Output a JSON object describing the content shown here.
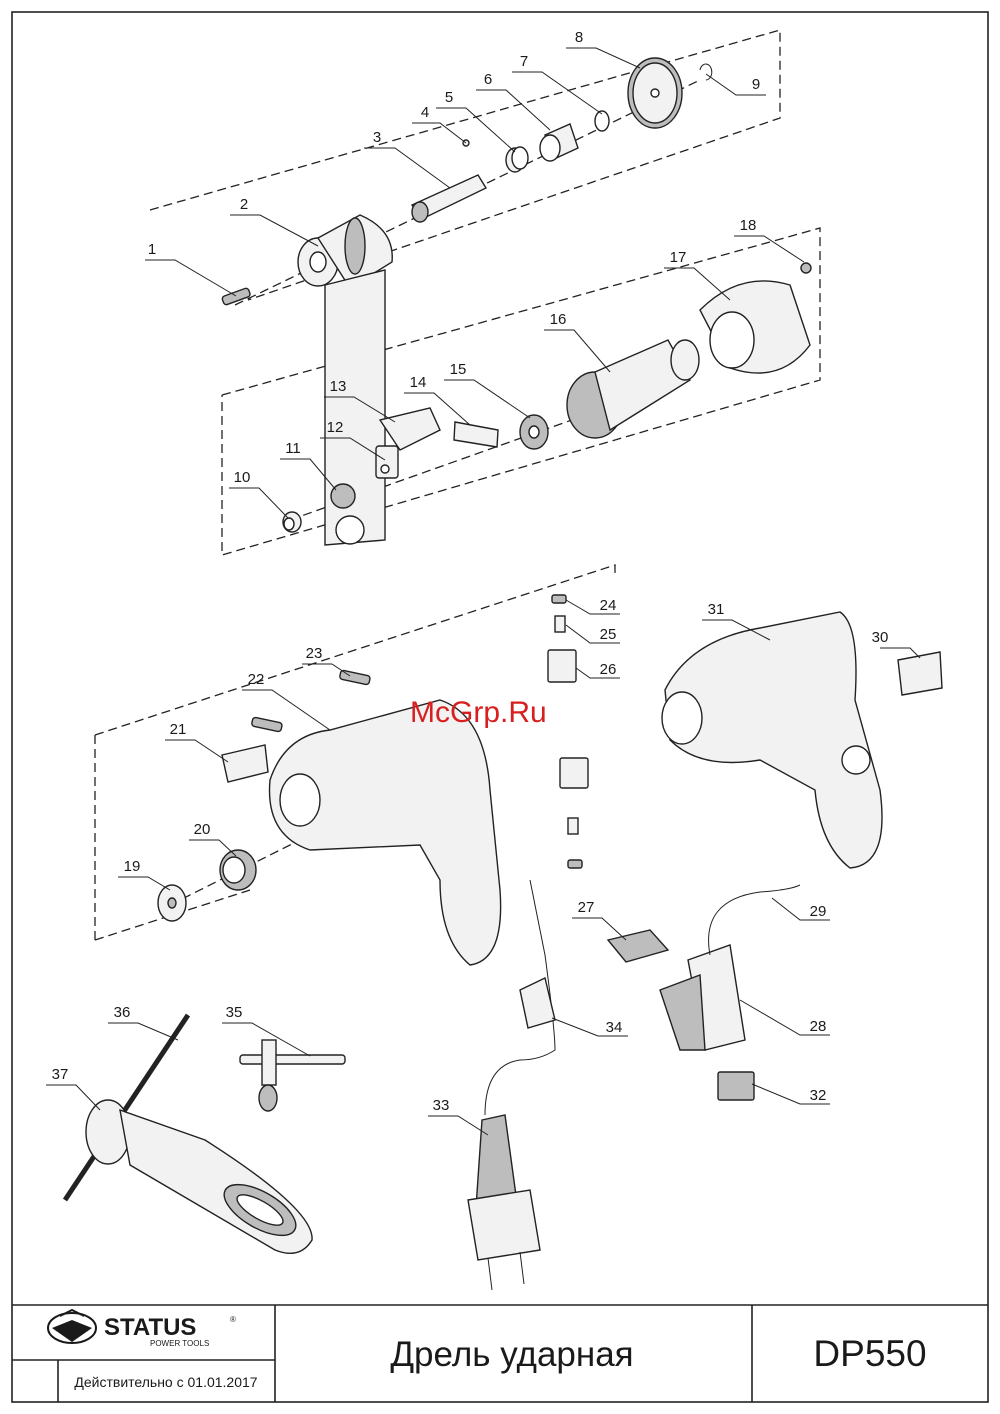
{
  "watermark": "McGrp.Ru",
  "title_block": {
    "brand": "STATUS",
    "brand_sub": "POWER TOOLS",
    "brand_mark": "®",
    "valid_from": "Действительно с 01.01.2017",
    "title": "Дрель ударная",
    "model": "DP550"
  },
  "callouts": [
    "1",
    "2",
    "3",
    "4",
    "5",
    "6",
    "7",
    "8",
    "9",
    "10",
    "11",
    "12",
    "13",
    "14",
    "15",
    "16",
    "17",
    "18",
    "19",
    "20",
    "21",
    "22",
    "23",
    "24",
    "25",
    "26",
    "27",
    "28",
    "29",
    "30",
    "31",
    "32",
    "33",
    "34",
    "35",
    "36",
    "37"
  ],
  "icons": {
    "logo": "status-eagle-logo"
  }
}
